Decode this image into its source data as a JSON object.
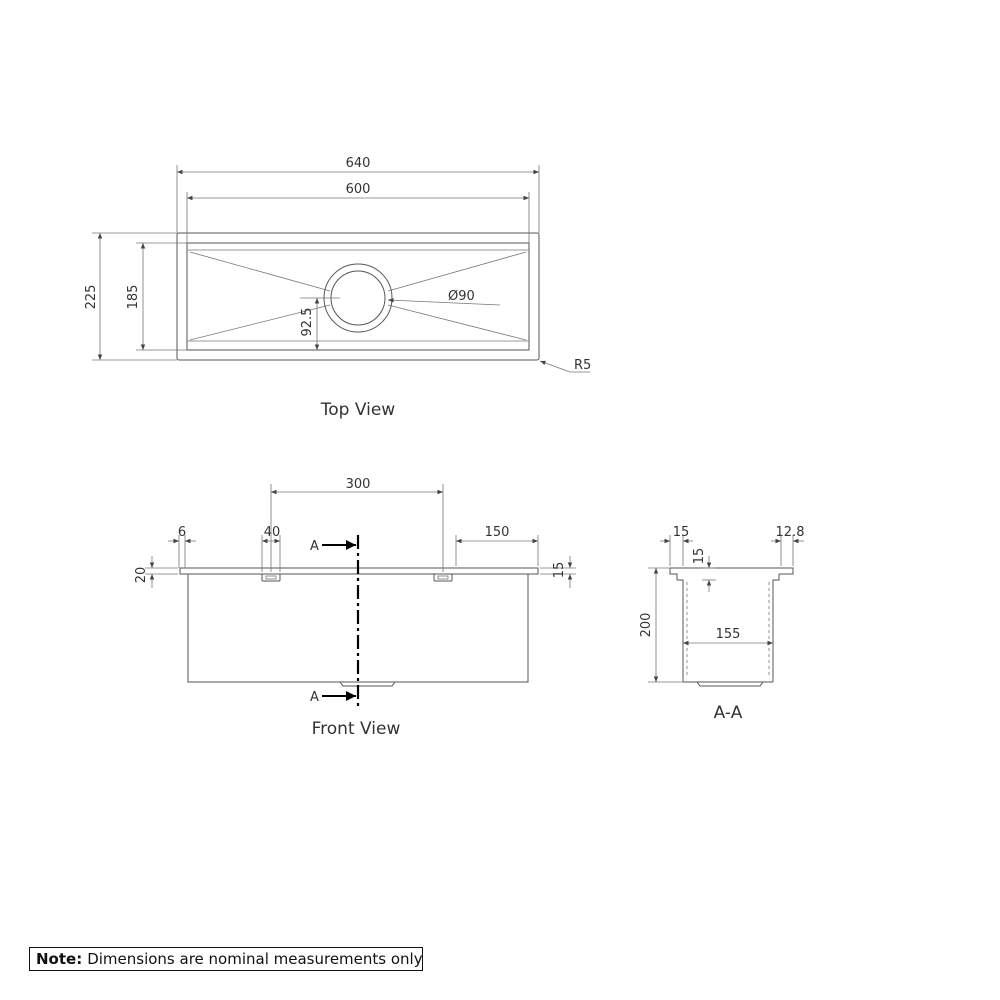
{
  "views": {
    "top": {
      "title": "Top View",
      "dims": {
        "overall_width": "640",
        "inner_width": "600",
        "overall_depth": "225",
        "inner_depth": "185",
        "drain_offset": "92.5",
        "drain_diameter": "Ø90",
        "corner_radius": "R5"
      }
    },
    "front": {
      "title": "Front View",
      "dims": {
        "bracket_spacing": "300",
        "flange_thickness": "6",
        "bracket_width": "40",
        "end_offset": "150",
        "flange_height": "20",
        "lip_height": "15"
      },
      "section_marker": "A"
    },
    "section": {
      "title": "A-A",
      "dims": {
        "left_flange": "15",
        "right_flange": "12.8",
        "step_depth": "15",
        "bowl_depth": "200",
        "bowl_width": "155"
      }
    }
  },
  "note": {
    "label": "Note:",
    "text": "Dimensions are nominal measurements only"
  }
}
